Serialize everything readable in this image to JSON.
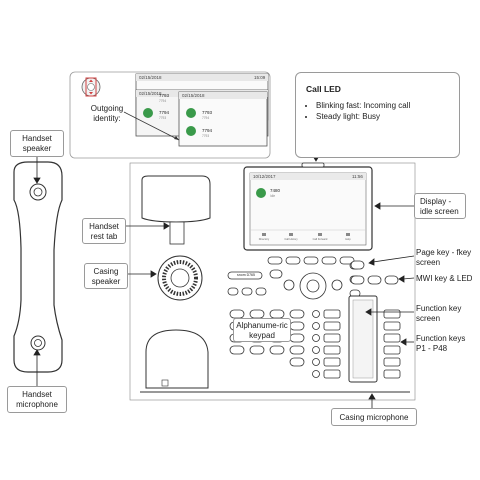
{
  "callouts": {
    "outgoing_identity": "Outgoing identity:",
    "call_led_title": "Call LED",
    "call_led_items": [
      "Blinking fast: Incoming call",
      "Steady light: Busy"
    ],
    "handset_speaker": "Handset speaker",
    "handset_rest_tab": "Handset rest tab",
    "casing_speaker": "Casing speaker",
    "alphanumeric_keypad": "Alphanume-ric keypad",
    "display": "Display - idle screen",
    "page_key": "Page key - fkey screen",
    "mwi": "MWI key & LED",
    "function_key_screen": "Function key screen",
    "function_keys": "Function keys P1 - P48",
    "handset_microphone": "Handset microphone",
    "casing_microphone": "Casing microphone"
  },
  "inset": {
    "date": "02/15/2018",
    "time": "15:09",
    "line1_ext": "7793",
    "line1_sub": "7794",
    "line2_ext": "7794",
    "line2_sub": "7793"
  },
  "phone_screen": {
    "date": "10/12/2017",
    "time": "11:56",
    "ext": "7480",
    "sub": "Idle",
    "softkeys": [
      "Directory",
      "Call History",
      "Call Forward",
      "Help"
    ]
  },
  "keypad_brand": "snom D765",
  "colors": {
    "accent_green": "#3a9a4a",
    "line": "#333333",
    "callout_border": "#9a9a9a"
  }
}
